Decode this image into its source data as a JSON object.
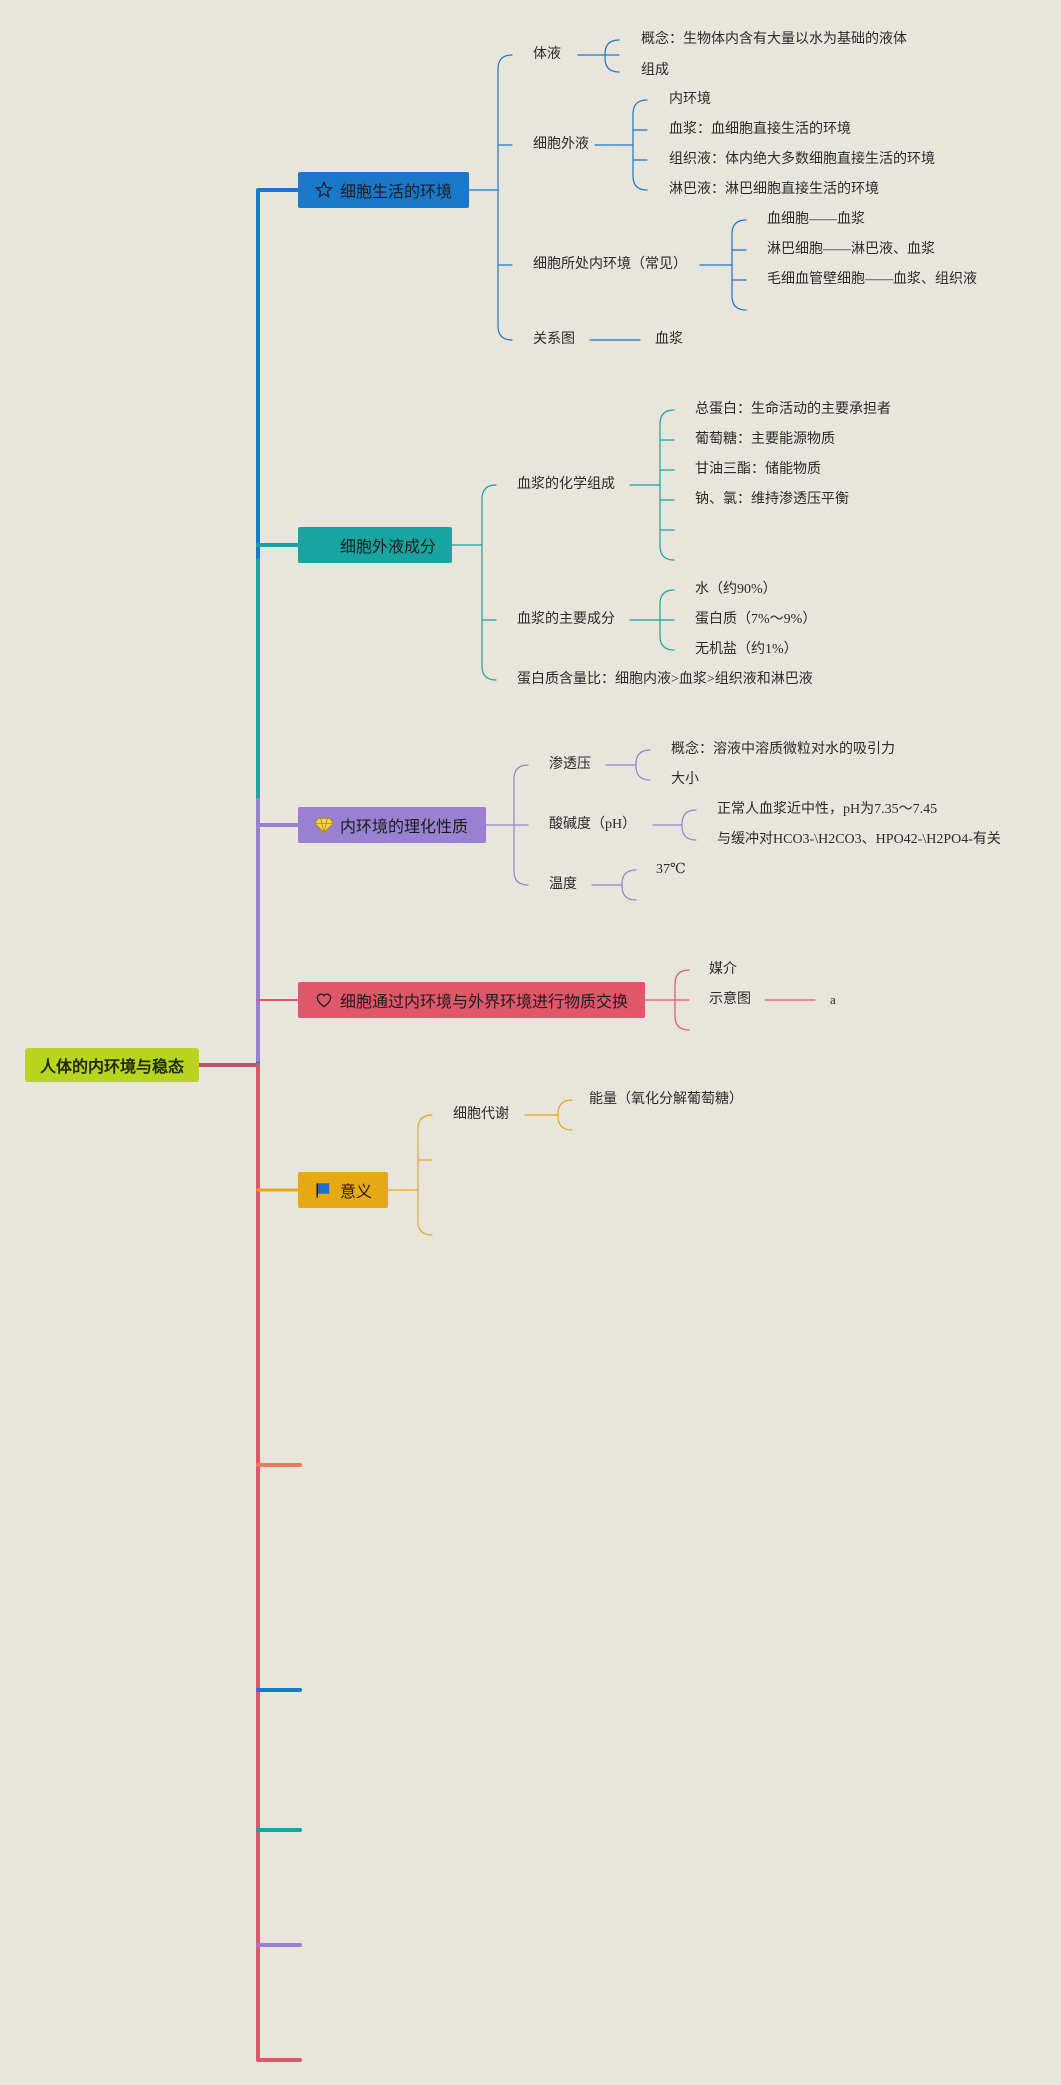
{
  "root": "人体的内环境与稳态",
  "colors": {
    "blue": "#1978c8",
    "teal": "#17a5a1",
    "purple": "#9a80d0",
    "red": "#e0566a",
    "orange": "#e8a814",
    "coral": "#ec7a55",
    "root": "#b8d41e",
    "background": "#e8e5dc"
  },
  "branches": [
    {
      "label": "细胞生活的环境",
      "icon": "star-icon",
      "children": [
        {
          "label": "体液",
          "children": [
            "概念：生物体内含有大量以水为基础的液体",
            "组成"
          ]
        },
        {
          "label": "细胞外液",
          "children": [
            "内环境",
            "血浆：血细胞直接生活的环境",
            "组织液：体内绝大多数细胞直接生活的环境",
            "淋巴液：淋巴细胞直接生活的环境"
          ]
        },
        {
          "label": "细胞所处内环境（常见）",
          "children": [
            "血细胞——血浆",
            "淋巴细胞——淋巴液、血浆",
            "毛细血管壁细胞——血浆、组织液"
          ]
        },
        {
          "label": "关系图",
          "children": [
            "血浆"
          ]
        }
      ]
    },
    {
      "label": "细胞外液成分",
      "icon": "",
      "children": [
        {
          "label": "血浆的化学组成",
          "children": [
            "总蛋白：生命活动的主要承担者",
            "葡萄糖：主要能源物质",
            "甘油三酯：储能物质",
            "钠、氯：维持渗透压平衡"
          ]
        },
        {
          "label": "血浆的主要成分",
          "children": [
            "水（约90%）",
            "蛋白质（7%～9%）",
            "无机盐（约1%）"
          ]
        },
        {
          "label": "蛋白质含量比：细胞内液>血浆>组织液和淋巴液",
          "children": []
        }
      ]
    },
    {
      "label": "内环境的理化性质",
      "icon": "diamond-icon",
      "children": [
        {
          "label": "渗透压",
          "children": [
            "概念：溶液中溶质微粒对水的吸引力",
            "大小"
          ]
        },
        {
          "label": "酸碱度（pH）",
          "children": [
            "正常人血浆近中性，pH为7.35～7.45",
            "与缓冲对HCO3-\\H2CO3、HPO42-\\H2PO4-有关"
          ]
        },
        {
          "label": "温度",
          "children": [
            "37℃"
          ]
        }
      ]
    },
    {
      "label": "细胞通过内环境与外界环境进行物质交换",
      "icon": "heart-icon",
      "children": [
        {
          "label": "媒介",
          "children": []
        },
        {
          "label": "示意图",
          "children": [
            "a"
          ]
        }
      ]
    },
    {
      "label": "意义",
      "icon": "flag-icon",
      "children": [
        {
          "label": "细胞代谢",
          "children": [
            "能量（氧化分解葡萄糖）"
          ]
        }
      ]
    }
  ]
}
